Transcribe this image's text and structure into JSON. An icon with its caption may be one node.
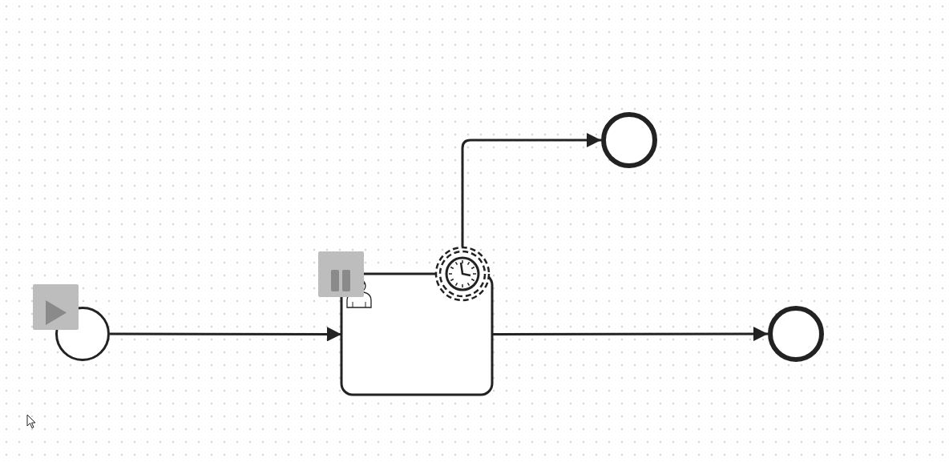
{
  "diagram": {
    "nodes": [
      {
        "text": [],
        "shape": "circle"
      },
      {
        "text": [],
        "shape": "box"
      },
      {
        "text": [],
        "shape": "circle"
      },
      {
        "text": [],
        "shape": "circle"
      },
      {
        "text": [],
        "shape": "circle"
      }
    ],
    "edges": [
      {
        "from": 0,
        "to": 1,
        "arrow": "to"
      },
      {
        "from": 1,
        "to": 4,
        "arrow": "to"
      },
      {
        "from": 2,
        "to": 3,
        "arrow": "to"
      }
    ]
  }
}
